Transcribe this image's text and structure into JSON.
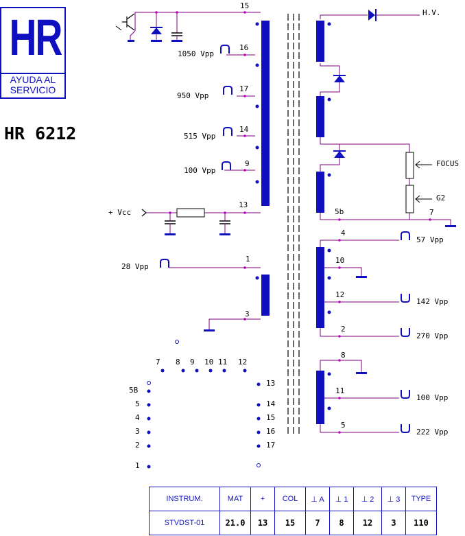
{
  "logo": {
    "letters": "HR",
    "line1": "AYUDA AL",
    "line2": "SERVICIO"
  },
  "model": "HR 6212",
  "primary": {
    "pins": [
      {
        "pin": "15",
        "label": ""
      },
      {
        "pin": "16",
        "label": "1050 Vpp"
      },
      {
        "pin": "17",
        "label": "950 Vpp"
      },
      {
        "pin": "14",
        "label": "515 Vpp"
      },
      {
        "pin": "9",
        "label": "100 Vpp"
      },
      {
        "pin": "13",
        "label": ""
      }
    ],
    "vcc": "+ Vcc"
  },
  "aux": {
    "pin_in": "1",
    "label": "28 Vpp",
    "pin_gnd": "3"
  },
  "hv": {
    "hv_label": "H.V.",
    "focus": "FOCUS",
    "g2": "G2",
    "pin_5b": "5b",
    "pin_7": "7"
  },
  "secondary": [
    {
      "pin": "4",
      "label": "57 Vpp"
    },
    {
      "pin": "10",
      "label": ""
    },
    {
      "pin": "12",
      "label": "142 Vpp"
    },
    {
      "pin": "2",
      "label": "270 Vpp"
    },
    {
      "pin": "8",
      "label": ""
    },
    {
      "pin": "11",
      "label": "100 Vpp"
    },
    {
      "pin": "5",
      "label": "222 Vpp"
    }
  ],
  "pinout": {
    "top": [
      "7",
      "8",
      "9",
      "10",
      "11",
      "12"
    ],
    "left": [
      "5B",
      "5",
      "4",
      "3",
      "2",
      "1"
    ],
    "right": [
      "13",
      "14",
      "15",
      "16",
      "17"
    ]
  },
  "spec": {
    "headers": [
      "INSTRUM.",
      "MAT",
      "+",
      "COL",
      "⊥ A",
      "⊥ 1",
      "⊥ 2",
      "⊥ 3",
      "TYPE"
    ],
    "values": [
      "STVDST-01",
      "21.0",
      "13",
      "15",
      "7",
      "8",
      "12",
      "3",
      "110"
    ]
  },
  "colors": {
    "ink": "#1010c0",
    "wire": "#800080",
    "text": "#000000"
  }
}
